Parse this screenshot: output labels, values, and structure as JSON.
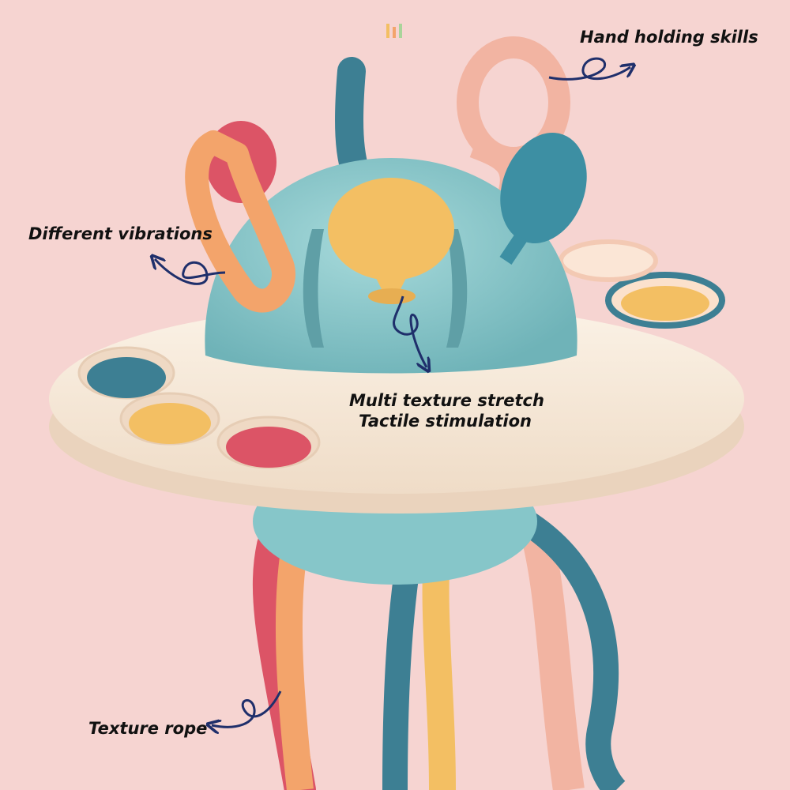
{
  "callouts": {
    "hand_holding": "Hand holding skills",
    "vibrations": "Different vibrations",
    "multi_texture": "Multi texture stretch",
    "tactile": "Tactile stimulation",
    "texture_rope": "Texture rope"
  },
  "colors": {
    "background": "#f6d4d1",
    "disc": "#f8ebdc",
    "dome": "#86c6c9",
    "teal": "#3d7f93",
    "yellow": "#f3bf63",
    "orange": "#f3a46b",
    "red": "#dc5466",
    "pink": "#f2b4a2",
    "arrow": "#1f2f6b"
  }
}
